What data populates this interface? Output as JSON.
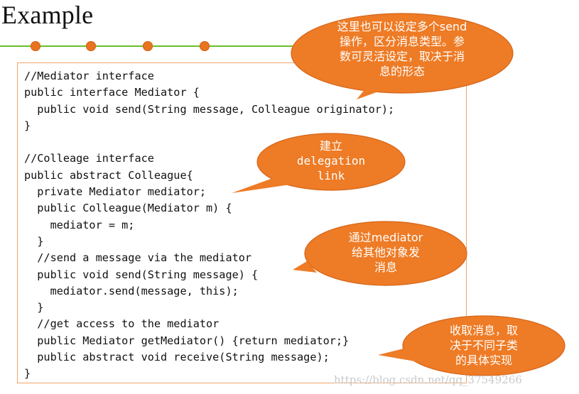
{
  "slide": {
    "title": "Example",
    "accent_color": "#e8741f",
    "rule_color": "#6bbf2a"
  },
  "code": {
    "lines": [
      "//Mediator interface",
      "public interface Mediator {",
      "  public void send(String message, Colleague originator);",
      "}",
      "",
      "//Colleage interface",
      "public abstract Colleague{",
      "  private Mediator mediator;",
      "  public Colleague(Mediator m) {",
      "    mediator = m;",
      "  }",
      "  //send a message via the mediator",
      "  public void send(String message) {",
      "    mediator.send(message, this);",
      "  }",
      "  //get access to the mediator",
      "  public Mediator getMediator() {return mediator;}",
      "  public abstract void receive(String message);",
      "}"
    ]
  },
  "callouts": {
    "send_types": {
      "lines": [
        "这里也可以设定多个send",
        "操作，区分消息类型。参",
        "数可灵活设定，取决于消",
        "息的形态"
      ]
    },
    "delegation": {
      "lines": [
        "建立",
        "delegation",
        "link"
      ]
    },
    "via_mediator": {
      "lines": [
        "通过mediator",
        "给其他对象发",
        "消息"
      ]
    },
    "receive": {
      "lines": [
        "收取消息，取",
        "决于不同子类",
        "的具体实现"
      ]
    }
  },
  "watermark": "https://blog.csdn.net/qq_37549266"
}
